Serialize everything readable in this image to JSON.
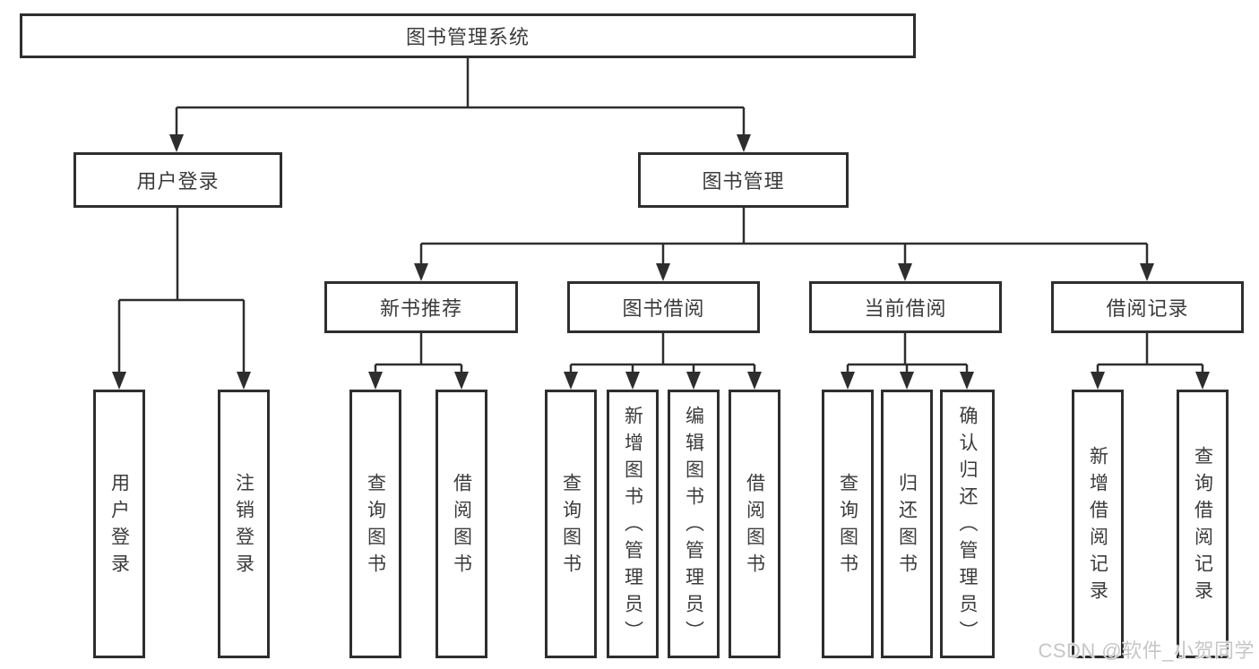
{
  "diagram": {
    "root": {
      "label": "图书管理系统"
    },
    "branches": [
      {
        "label": "用户登录",
        "children": [
          {
            "label": "用户登录"
          },
          {
            "label": "注销登录"
          }
        ]
      },
      {
        "label": "图书管理",
        "children": [
          {
            "label": "新书推荐",
            "children": [
              {
                "label": "查询图书"
              },
              {
                "label": "借阅图书"
              }
            ]
          },
          {
            "label": "图书借阅",
            "children": [
              {
                "label": "查询图书"
              },
              {
                "label": "新增图书（管理员）"
              },
              {
                "label": "编辑图书（管理员）"
              },
              {
                "label": "借阅图书"
              }
            ]
          },
          {
            "label": "当前借阅",
            "children": [
              {
                "label": "查询图书"
              },
              {
                "label": "归还图书"
              },
              {
                "label": "确认归还（管理员）"
              }
            ]
          },
          {
            "label": "借阅记录",
            "children": [
              {
                "label": "新增借阅记录"
              },
              {
                "label": "查询借阅记录"
              }
            ]
          }
        ]
      }
    ],
    "watermark": "CSDN @软件_小贺同学",
    "colors": {
      "line": "#2e2e2e",
      "text": "#3b3b3b",
      "background": "#ffffff",
      "watermark": "#c6c6c6"
    }
  }
}
